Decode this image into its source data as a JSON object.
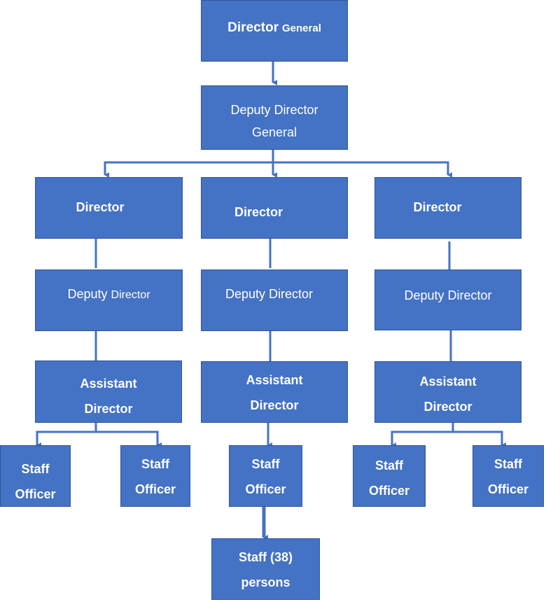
{
  "colors": {
    "box_fill": "#4472C4",
    "box_border": "#2F5597",
    "connector": "#4472C4",
    "text": "#ffffff"
  },
  "chart": {
    "director_general": {
      "bold": "Director",
      "rest": "General"
    },
    "deputy_director_general": {
      "line1": "Deputy Director",
      "line2": "General"
    },
    "branches": [
      {
        "director": "Director",
        "deputy": {
          "main": "Deputy",
          "rest": "Director"
        },
        "assistant": {
          "line1": "Assistant",
          "line2": "Director"
        },
        "officers": [
          {
            "line1": "Staff",
            "line2": "Officer"
          },
          {
            "line1": "Staff",
            "line2": "Officer"
          }
        ]
      },
      {
        "director": "Director",
        "deputy": {
          "main": "Deputy Director",
          "rest": ""
        },
        "assistant": {
          "line1": "Assistant",
          "line2": "Director"
        },
        "officers": [
          {
            "line1": "Staff",
            "line2": "Officer"
          }
        ],
        "staff": {
          "line1": "Staff (38)",
          "line2": "persons"
        }
      },
      {
        "director": "Director",
        "deputy": {
          "main": "Deputy Director",
          "rest": ""
        },
        "assistant": {
          "line1": "Assistant",
          "line2": "Director"
        },
        "officers": [
          {
            "line1": "Staff",
            "line2": "Officer"
          },
          {
            "line1": "Staff",
            "line2": "Officer"
          }
        ]
      }
    ]
  }
}
